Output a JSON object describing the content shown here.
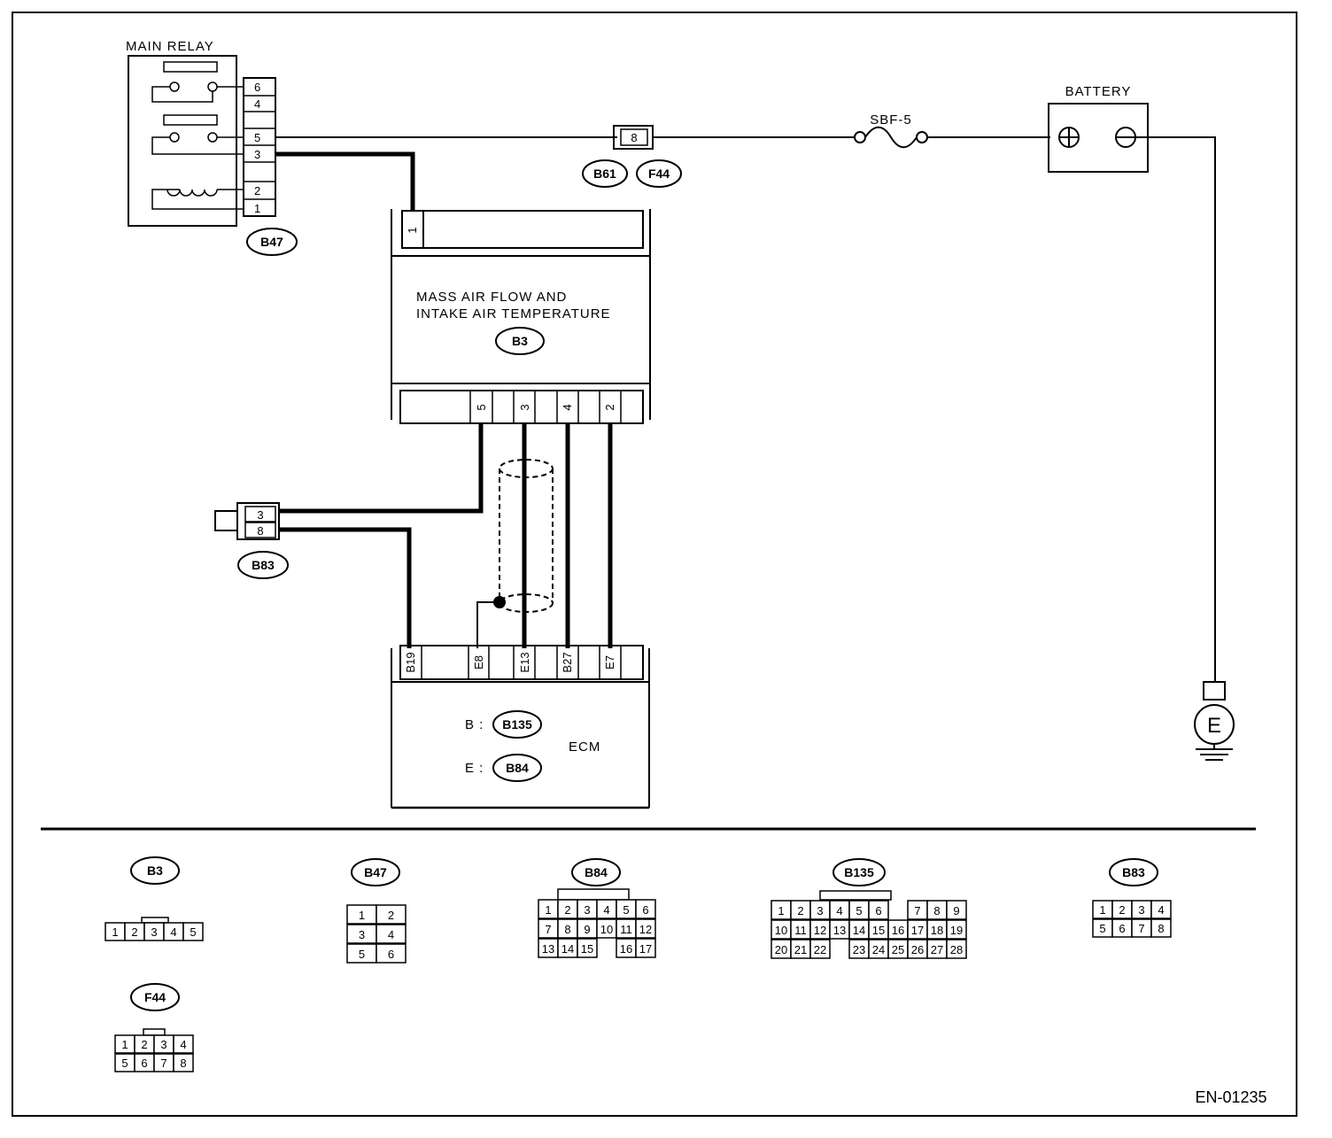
{
  "diagram_id": "EN-01235",
  "main_relay": {
    "title": "MAIN RELAY",
    "pins": [
      "6",
      "4",
      "5",
      "3",
      "2",
      "1"
    ],
    "connector": "B47"
  },
  "joint": {
    "pin": "8",
    "connectors": [
      "B61",
      "F44"
    ]
  },
  "fuse": "SBF-5",
  "battery": {
    "title": "BATTERY"
  },
  "ground": "E",
  "maf": {
    "title_line1": "MASS  AIR  FLOW  AND",
    "title_line2": "INTAKE AIR TEMPERATURE",
    "connector": "B3",
    "top_pin": "1",
    "bottom_pins": [
      "5",
      "3",
      "4",
      "2"
    ]
  },
  "b83": {
    "pins": [
      "3",
      "8"
    ],
    "connector": "B83"
  },
  "ecm": {
    "title": "ECM",
    "b_prefix": "B :",
    "b_connector": "B135",
    "e_prefix": "E :",
    "e_connector": "B84",
    "pins": [
      "B19",
      "E8",
      "E13",
      "B27",
      "E7"
    ]
  },
  "legend": {
    "b3": {
      "name": "B3",
      "row1": [
        "1",
        "2",
        "3",
        "4",
        "5"
      ]
    },
    "b47": {
      "name": "B47",
      "row1": [
        "1",
        "2"
      ],
      "row2": [
        "3",
        "4"
      ],
      "row3": [
        "5",
        "6"
      ]
    },
    "b84": {
      "name": "B84",
      "row1": [
        "1",
        "2",
        "3",
        "4",
        "5",
        "6"
      ],
      "row2": [
        "7",
        "8",
        "9",
        "10",
        "11",
        "12"
      ],
      "row3": [
        "13",
        "14",
        "15",
        "16",
        "17"
      ]
    },
    "b135": {
      "name": "B135",
      "row1": [
        "1",
        "2",
        "3",
        "4",
        "5",
        "6",
        "7",
        "8",
        "9"
      ],
      "row2": [
        "10",
        "11",
        "12",
        "13",
        "14",
        "15",
        "16",
        "17",
        "18",
        "19"
      ],
      "row3": [
        "20",
        "21",
        "22",
        "23",
        "24",
        "25",
        "26",
        "27",
        "28"
      ]
    },
    "b83": {
      "name": "B83",
      "row1": [
        "1",
        "2",
        "3",
        "4"
      ],
      "row2": [
        "5",
        "6",
        "7",
        "8"
      ]
    },
    "f44": {
      "name": "F44",
      "row1": [
        "1",
        "2",
        "3",
        "4"
      ],
      "row2": [
        "5",
        "6",
        "7",
        "8"
      ]
    }
  }
}
